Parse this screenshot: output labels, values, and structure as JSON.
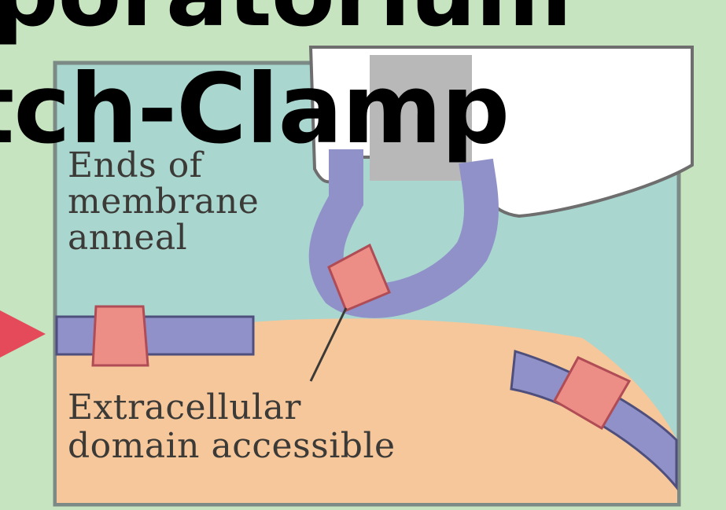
{
  "title": {
    "line1": "poratorium",
    "line2": "tch-Clamp"
  },
  "labels": {
    "ends_of_membrane_anneal": [
      "Ends of",
      "membrane",
      "anneal"
    ],
    "extracellular_domain_accessible": [
      "Extracellular",
      "domain accessible"
    ]
  },
  "colors": {
    "background": "#c6e4bf",
    "panel": "#a9d6cf",
    "cytoplasm": "#f6c79a",
    "membrane": "#9091c8",
    "channel": "#ec8e86",
    "pipette": "#ffffff",
    "pipette_inner": "#b8b8b8",
    "arrow": "#e44a5a"
  },
  "icons": [
    "pipette-icon",
    "ion-channel-icon",
    "arrow-icon"
  ]
}
